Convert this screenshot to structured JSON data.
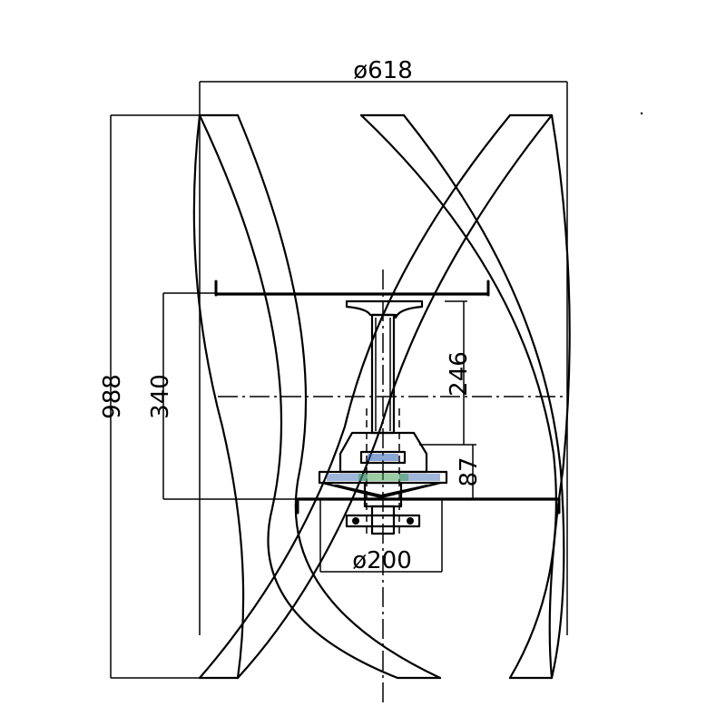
{
  "dimensions": {
    "top_diameter": "ø618",
    "bottom_diameter": "ø200",
    "total_height": "988",
    "frame_height": "340",
    "shaft_height": "246",
    "hub_height": "87"
  },
  "colors": {
    "line": "#000000",
    "hub_accent": "#2a5db0",
    "hub_green": "#3a9a4a"
  }
}
